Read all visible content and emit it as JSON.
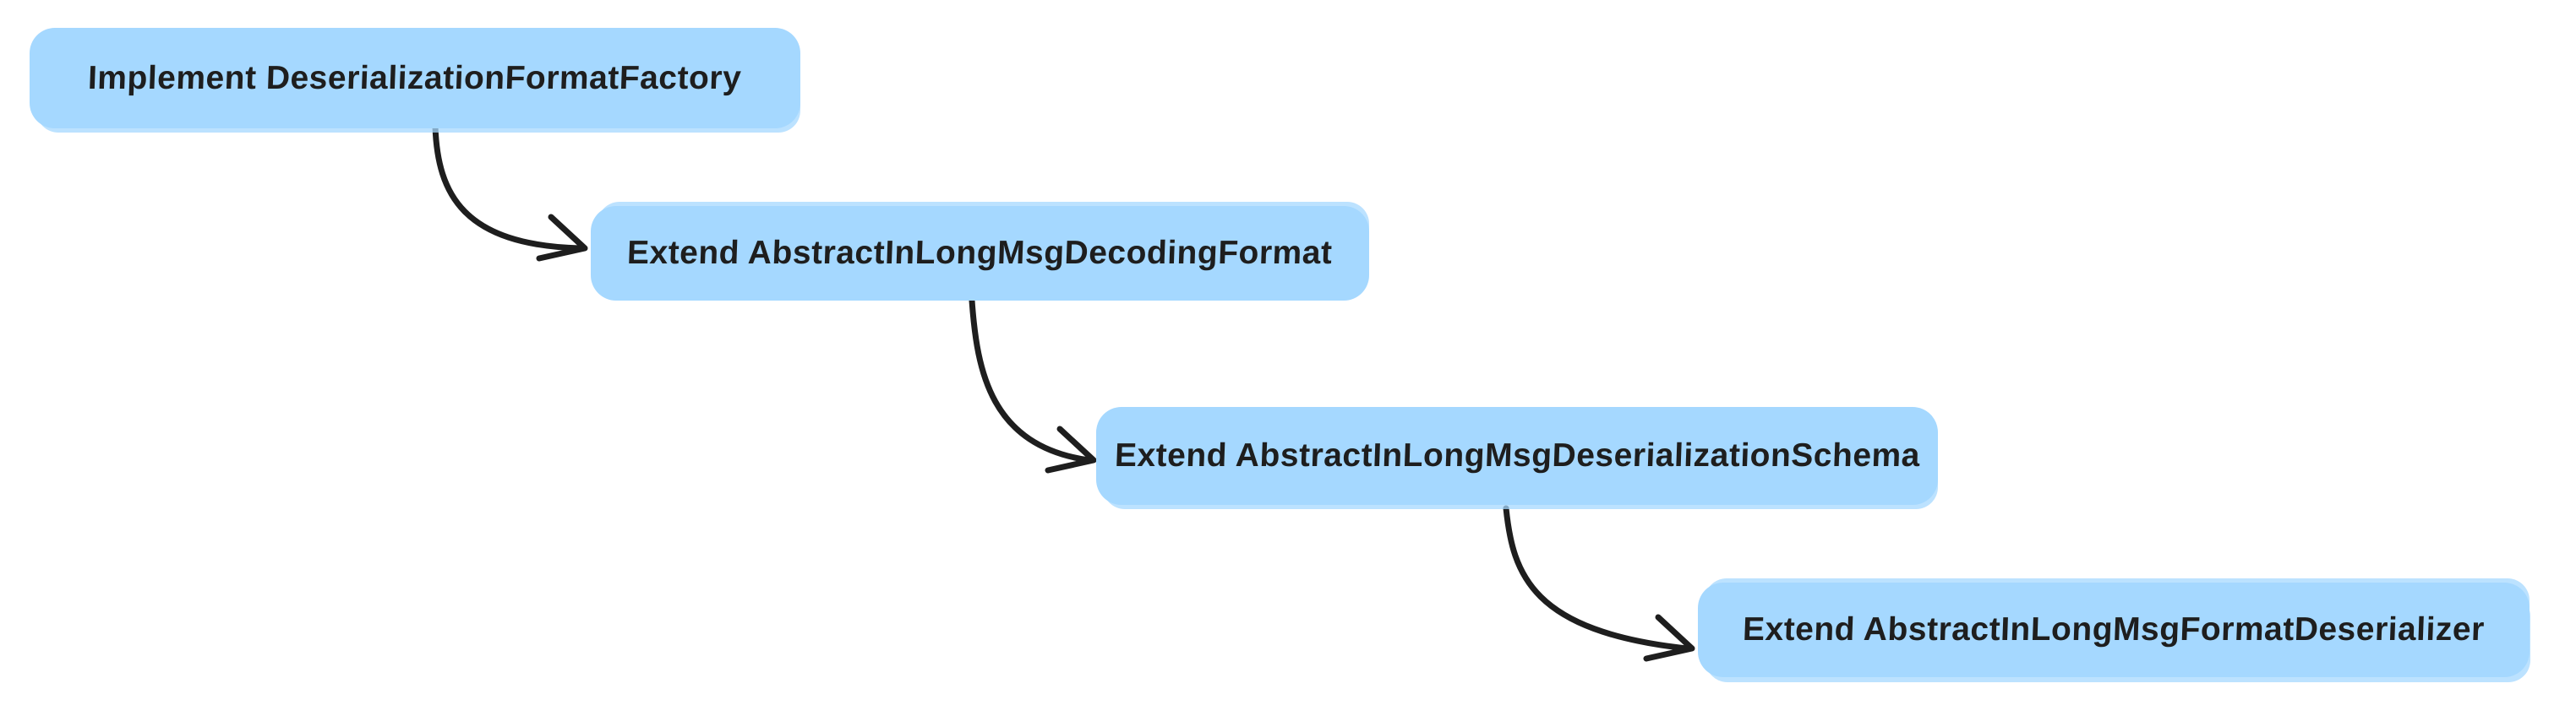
{
  "diagram": {
    "type": "flowchart",
    "style": "hand-drawn",
    "background_color": "#ffffff",
    "node_fill_color": "#a5d8ff",
    "node_text_color": "#1e1e1e",
    "arrow_color": "#1e1e1e",
    "nodes": [
      {
        "id": "implement-deserialization-format-factory",
        "label": "Implement DeserializationFormatFactory"
      },
      {
        "id": "extend-abstract-inlongmsg-decoding-format",
        "label": "Extend AbstractInLongMsgDecodingFormat"
      },
      {
        "id": "extend-abstract-inlongmsg-deserialization-schema",
        "label": "Extend AbstractInLongMsgDeserializationSchema"
      },
      {
        "id": "extend-abstract-inlongmsg-format-deserializer",
        "label": "Extend AbstractInLongMsgFormatDeserializer"
      }
    ],
    "edges": [
      {
        "from": "Implement DeserializationFormatFactory",
        "to": "Extend AbstractInLongMsgDecodingFormat"
      },
      {
        "from": "Extend AbstractInLongMsgDecodingFormat",
        "to": "Extend AbstractInLongMsgDeserializationSchema"
      },
      {
        "from": "Extend AbstractInLongMsgDeserializationSchema",
        "to": "Extend AbstractInLongMsgFormatDeserializer"
      }
    ]
  }
}
